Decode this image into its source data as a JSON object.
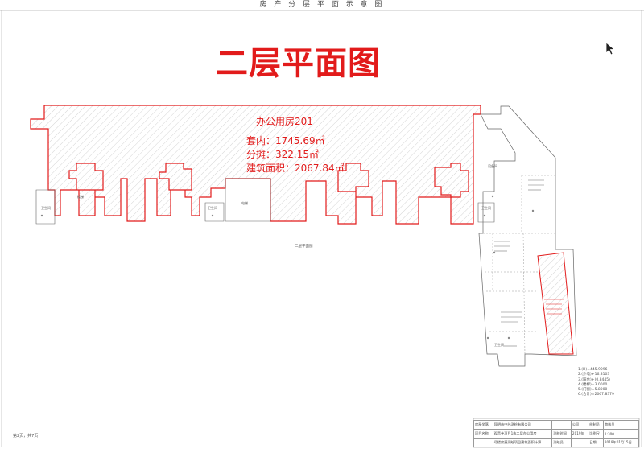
{
  "header": {
    "title": "房 产 分 层 平 面 示 意 图"
  },
  "plan": {
    "title": "二层平面图",
    "office": {
      "name": "办公用房201",
      "inner_area": "套内：1745.69㎡",
      "shared_area": "分摊：322.15㎡",
      "building_area": "建筑面积：2067.84㎡"
    },
    "floor_caption": "二层平面图",
    "small_labels": [
      "卫生间",
      "楼梯",
      "卫生间",
      "电梯",
      "卫生间",
      "卫生间",
      "设备间"
    ],
    "accent_color": "#e21b1b",
    "hatch_color": "#c9c9c9"
  },
  "legend": {
    "lines": [
      "1.(H)=445.9096",
      "2.(外墙)+16.8103",
      "3.(阳台)+(0.8445)",
      "4.(楼梯)=3.0000",
      "5.(门窗)=5.8000",
      "6.(合计)=2067.8379"
    ]
  },
  "footer": {
    "page_note": "第2页，共7页",
    "table": {
      "row1": [
        "房屋坐落",
        "昆明市中纬测绘有限公司",
        "",
        "公司",
        "绘制员",
        "审核员"
      ],
      "row2": [
        "项目名称",
        "观音寺项目1栋二层办公用房",
        "测绘时间",
        "2019年",
        "比例尺",
        "1:300"
      ],
      "row3": [
        "",
        "号楼房屋测绘项目建筑面积计算",
        "测绘员",
        "",
        "日期",
        "2019年01月15日"
      ]
    }
  }
}
